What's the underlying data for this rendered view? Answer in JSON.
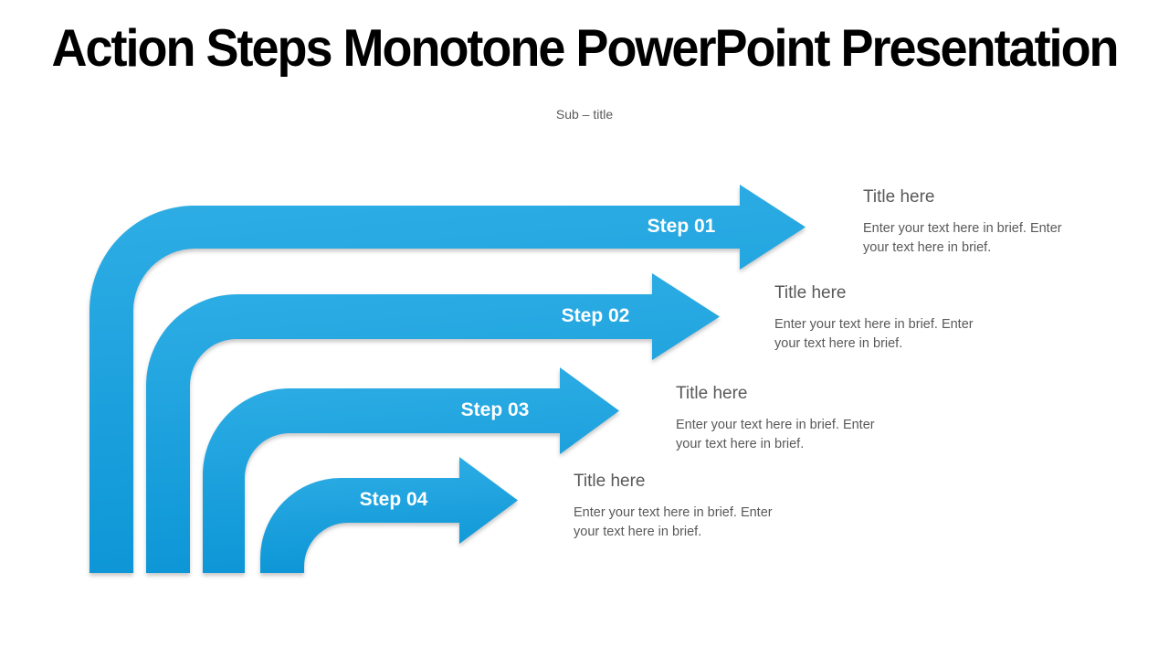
{
  "slide": {
    "title": "Action Steps Monotone PowerPoint Presentation",
    "subtitle": "Sub – title"
  },
  "colors": {
    "arrow_gradient_light": "#2FAEE5",
    "arrow_gradient_dark": "#0C95D6",
    "title_text": "#000000",
    "muted_text": "#595959",
    "step_label_text": "#FFFFFF",
    "background": "#FFFFFF"
  },
  "steps": [
    {
      "label": "Step 01",
      "title": "Title here",
      "body": "Enter your text here in brief. Enter your text here in brief."
    },
    {
      "label": "Step 02",
      "title": "Title here",
      "body": "Enter your text here in brief. Enter your text here in brief."
    },
    {
      "label": "Step 03",
      "title": "Title here",
      "body": "Enter your text here in brief. Enter your text here in brief."
    },
    {
      "label": "Step 04",
      "title": "Title here",
      "body": "Enter your text here in brief. Enter your text here in brief."
    }
  ]
}
